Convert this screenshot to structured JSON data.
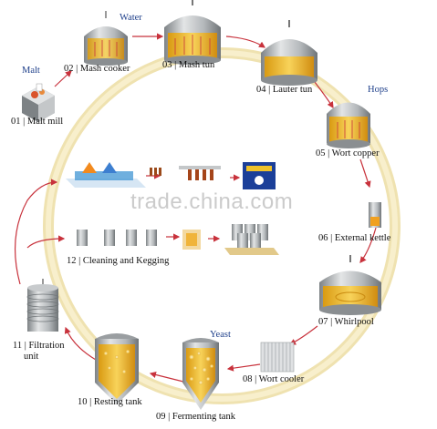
{
  "steps": {
    "s01": "01 | Malt mill",
    "s02": "02 | Mash cooker",
    "s03": "03 | Mash tun",
    "s04": "04 | Lauter tun",
    "s05": "05 | Wort copper",
    "s06": "06 | External kettle",
    "s07": "07 | Whirlpool",
    "s08": "08 | Wort cooler",
    "s09": "09 | Fermenting tank",
    "s10": "10 | Resting tank",
    "s11_line1": "11 | Filtration",
    "s11_line2": "unit",
    "s12": "12 | Cleaning and Kegging"
  },
  "ingredients": {
    "water": "Water",
    "malt": "Malt",
    "hops": "Hops",
    "yeast": "Yeast"
  },
  "watermark": "trade.china.com",
  "colors": {
    "ring": "#f2e6b8",
    "ring_edge": "#e9d89a",
    "arrow": "#c8323c",
    "ingredient_text": "#1e3f8a",
    "steel": "#b9bcbf",
    "beer": "#f2c23a"
  }
}
